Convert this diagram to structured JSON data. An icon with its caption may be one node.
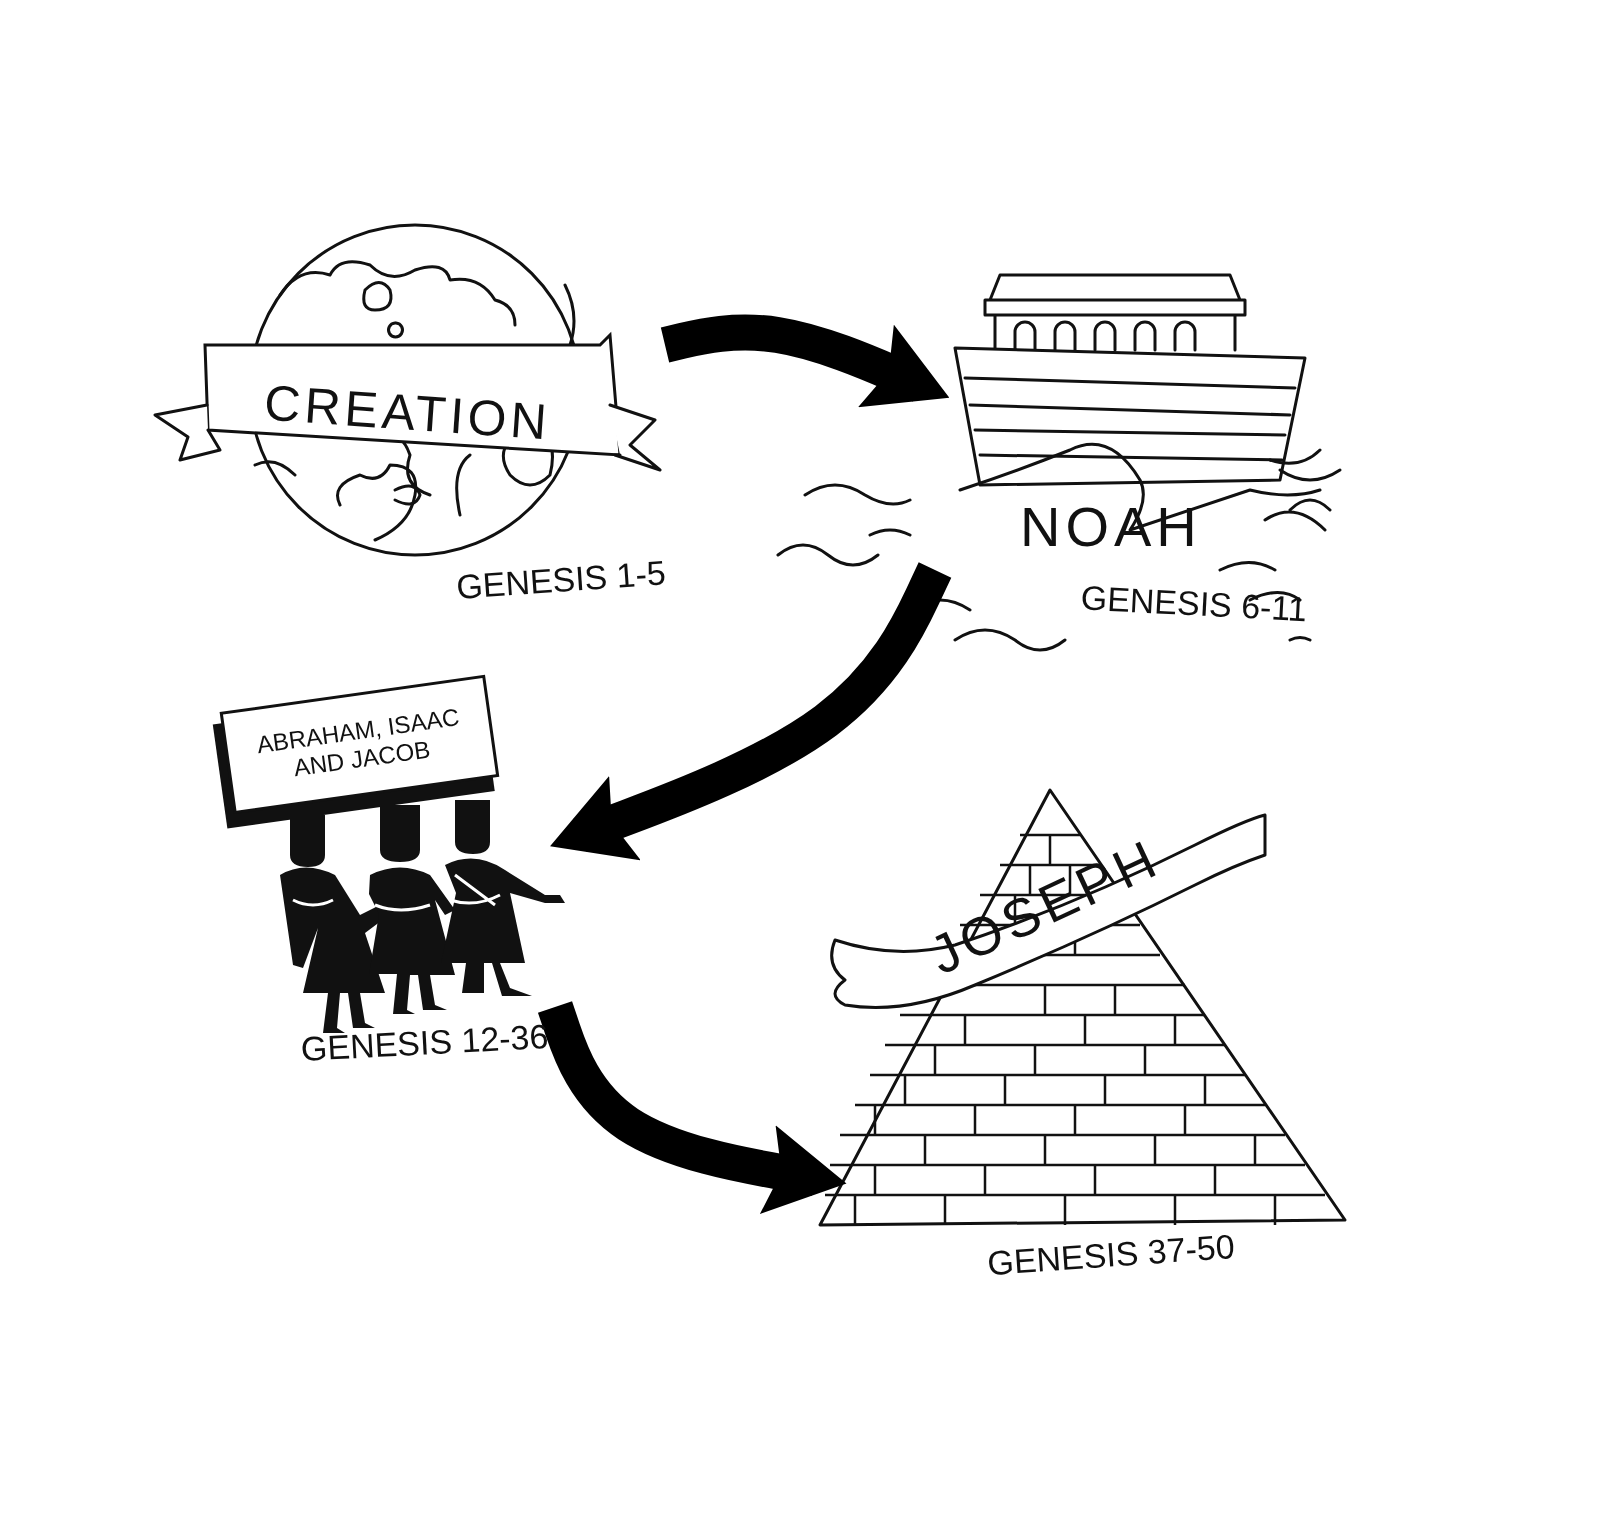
{
  "diagram": {
    "nodes": [
      {
        "text": [
          "CREATION"
        ],
        "beside": [
          "GENESIS 1-5"
        ]
      },
      {
        "text": [
          "NOAH"
        ],
        "beside": [
          "GENESIS 6-11"
        ]
      },
      {
        "text": [
          "ABRAHAM, ISAAC AND JACOB"
        ],
        "beside": [
          "GENESIS 12-36"
        ]
      },
      {
        "text": [
          "JOSEPH"
        ],
        "beside": [
          "GENESIS 37-50"
        ]
      }
    ],
    "edges": [
      {
        "from": 0,
        "to": 1,
        "arrow": "to"
      },
      {
        "from": 1,
        "to": 2,
        "arrow": "to"
      },
      {
        "from": 2,
        "to": 3,
        "arrow": "to"
      }
    ]
  }
}
